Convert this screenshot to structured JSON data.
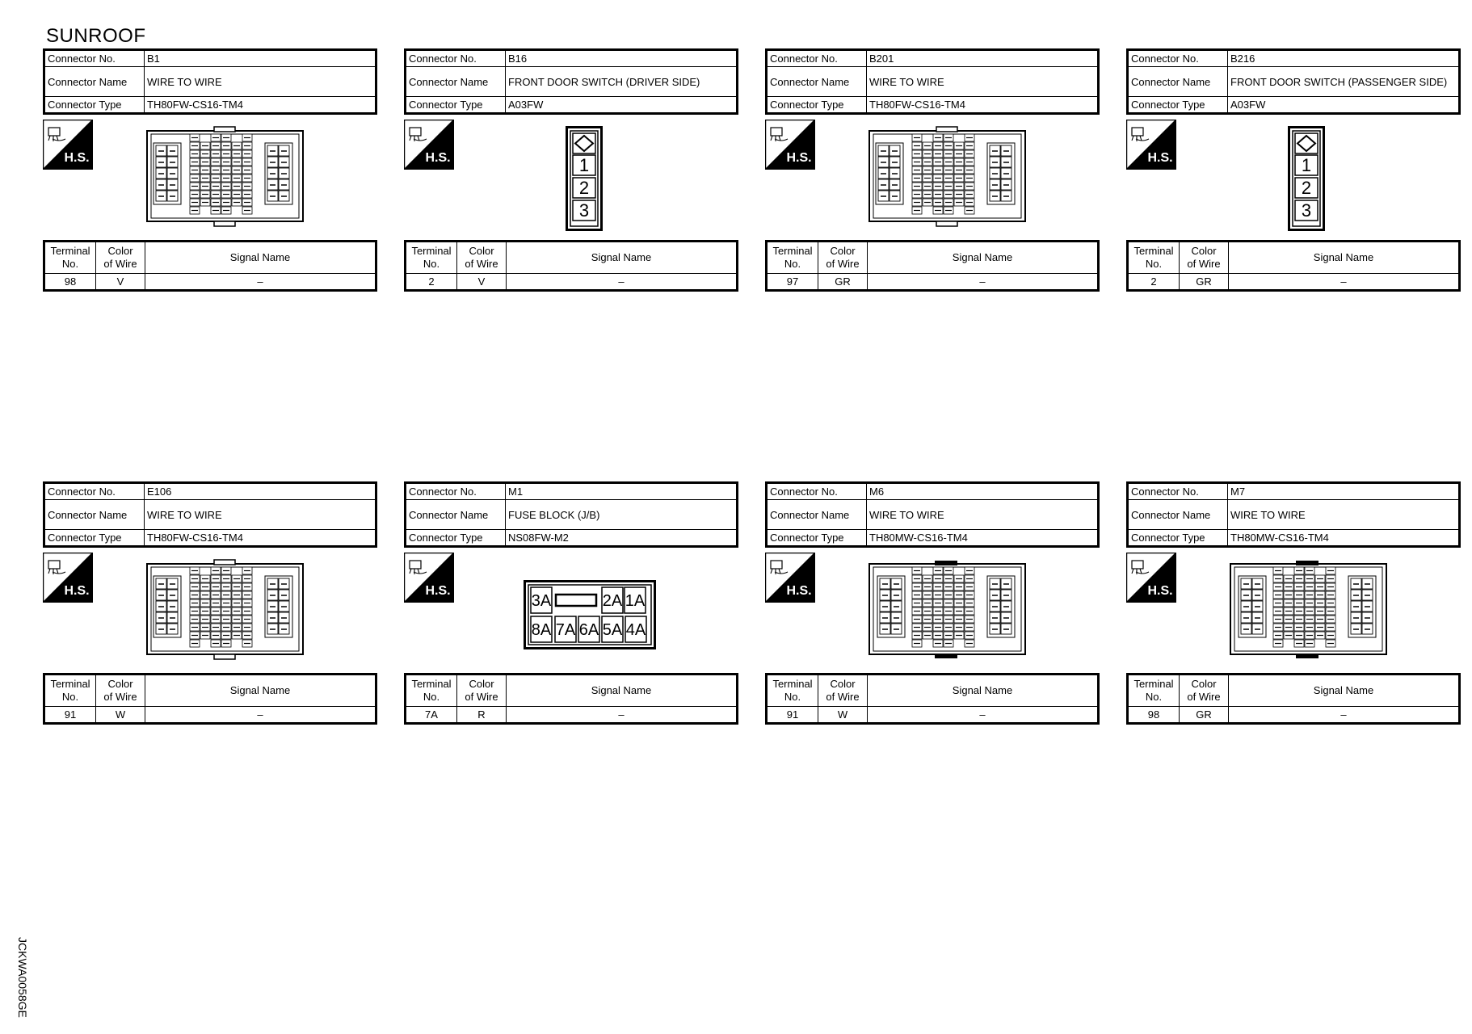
{
  "title": "SUNROOF",
  "doc_code": "JCKWA0058GE",
  "labels": {
    "connector_no": "Connector No.",
    "connector_name": "Connector Name",
    "connector_type": "Connector Type",
    "terminal_no": "Terminal No.",
    "color_of_wire": "Color of Wire",
    "signal_name": "Signal Name",
    "hs": "H.S."
  },
  "connectors": [
    {
      "no": "B1",
      "name": "WIRE TO WIRE",
      "type": "TH80FW-CS16-TM4",
      "diagram": "th80",
      "terminal": "98",
      "color": "V",
      "signal": "–"
    },
    {
      "no": "B16",
      "name": "FRONT DOOR SWITCH (DRIVER SIDE)",
      "type": "A03FW",
      "diagram": "a03",
      "terminal": "2",
      "color": "V",
      "signal": "–",
      "pins": [
        "1",
        "2",
        "3"
      ]
    },
    {
      "no": "B201",
      "name": "WIRE TO WIRE",
      "type": "TH80FW-CS16-TM4",
      "diagram": "th80",
      "terminal": "97",
      "color": "GR",
      "signal": "–"
    },
    {
      "no": "B216",
      "name": "FRONT DOOR SWITCH (PASSENGER SIDE)",
      "type": "A03FW",
      "diagram": "a03",
      "terminal": "2",
      "color": "GR",
      "signal": "–",
      "pins": [
        "1",
        "2",
        "3"
      ]
    },
    {
      "no": "E106",
      "name": "WIRE TO WIRE",
      "type": "TH80FW-CS16-TM4",
      "diagram": "th80",
      "terminal": "91",
      "color": "W",
      "signal": "–"
    },
    {
      "no": "M1",
      "name": "FUSE BLOCK (J/B)",
      "type": "NS08FW-M2",
      "diagram": "ns08",
      "terminal": "7A",
      "color": "R",
      "signal": "–",
      "pins": [
        "3A",
        "2A",
        "1A",
        "8A",
        "7A",
        "6A",
        "5A",
        "4A"
      ]
    },
    {
      "no": "M6",
      "name": "WIRE TO WIRE",
      "type": "TH80MW-CS16-TM4",
      "diagram": "th80m",
      "terminal": "91",
      "color": "W",
      "signal": "–"
    },
    {
      "no": "M7",
      "name": "WIRE TO WIRE",
      "type": "TH80MW-CS16-TM4",
      "diagram": "th80m",
      "terminal": "98",
      "color": "GR",
      "signal": "–"
    }
  ]
}
